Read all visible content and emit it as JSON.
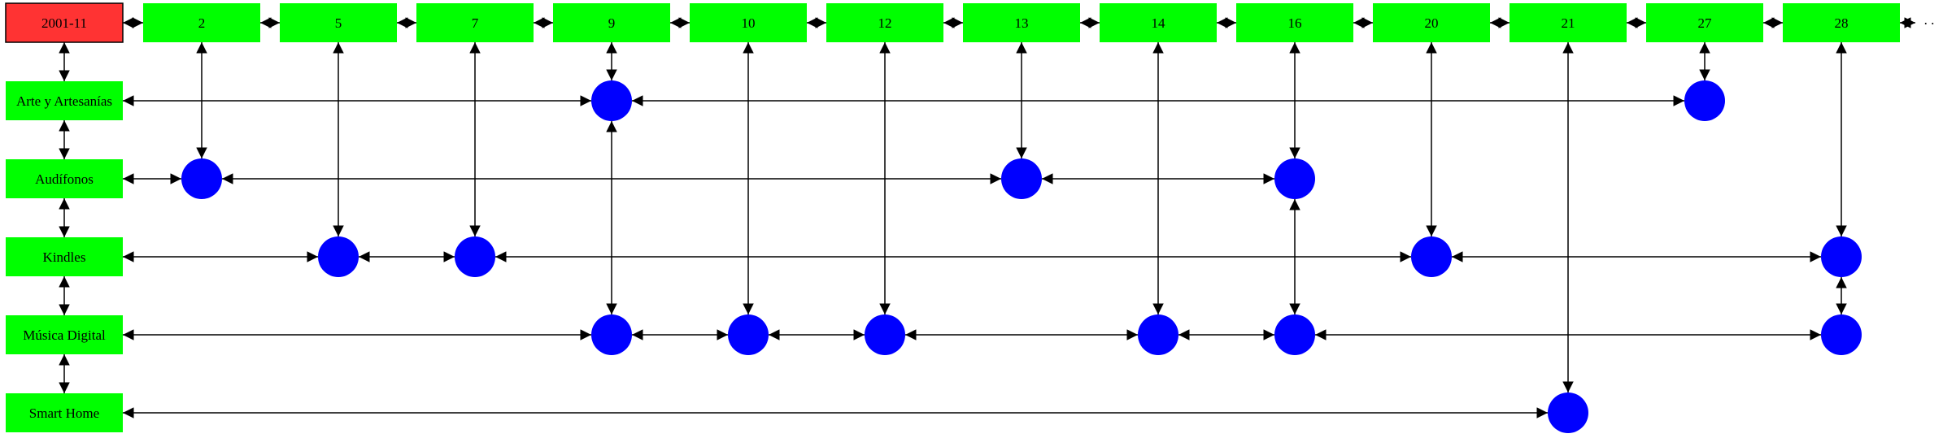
{
  "colors": {
    "root_fill": "#ff3333",
    "header_fill": "#00ff00",
    "category_fill": "#00ff00",
    "dot_fill": "#0000ff",
    "line": "#000000"
  },
  "root": {
    "label": "2001-11"
  },
  "columns": [
    "2",
    "5",
    "7",
    "9",
    "10",
    "12",
    "13",
    "14",
    "16",
    "20",
    "21",
    "27",
    "28"
  ],
  "ellipsis": ". .",
  "categories": [
    "Arte y Artesanías",
    "Audífonos",
    "Kindles",
    "Música Digital",
    "Smart Home"
  ],
  "dots": [
    {
      "category": "Arte y Artesanías",
      "column": "9"
    },
    {
      "category": "Arte y Artesanías",
      "column": "27"
    },
    {
      "category": "Audífonos",
      "column": "2"
    },
    {
      "category": "Audífonos",
      "column": "13"
    },
    {
      "category": "Audífonos",
      "column": "16"
    },
    {
      "category": "Kindles",
      "column": "5"
    },
    {
      "category": "Kindles",
      "column": "7"
    },
    {
      "category": "Kindles",
      "column": "20"
    },
    {
      "category": "Kindles",
      "column": "28"
    },
    {
      "category": "Música Digital",
      "column": "9"
    },
    {
      "category": "Música Digital",
      "column": "10"
    },
    {
      "category": "Música Digital",
      "column": "12"
    },
    {
      "category": "Música Digital",
      "column": "14"
    },
    {
      "category": "Música Digital",
      "column": "16"
    },
    {
      "category": "Música Digital",
      "column": "28"
    },
    {
      "category": "Smart Home",
      "column": "21"
    }
  ]
}
